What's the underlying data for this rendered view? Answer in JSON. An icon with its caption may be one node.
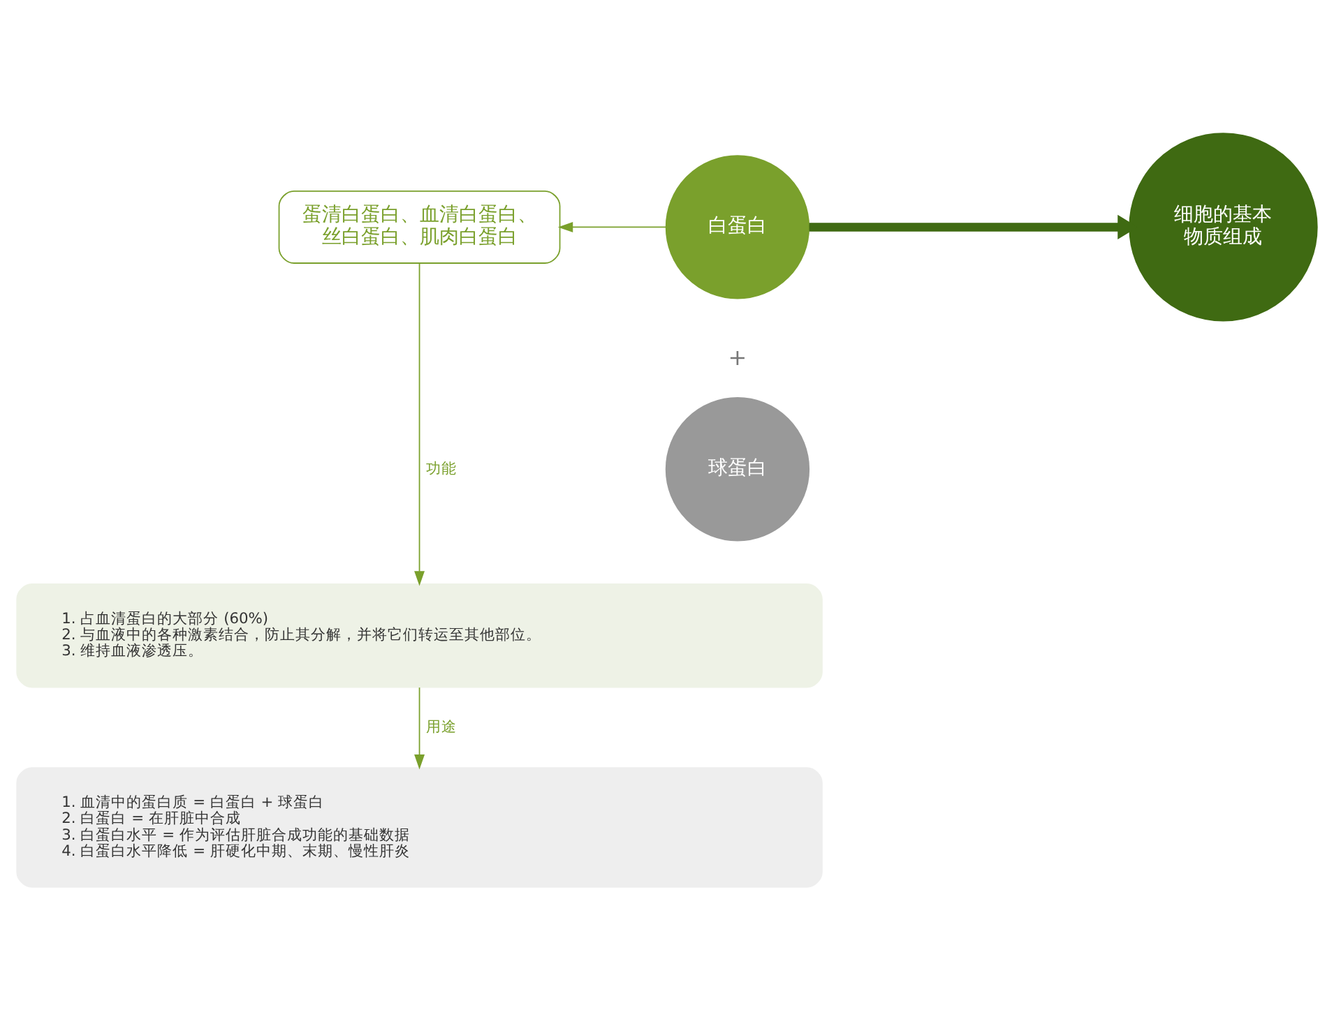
{
  "diagram": {
    "nodes": [
      {
        "text": [
          "蛋清白蛋白、血清白蛋白、丝白蛋白、肌肉白蛋白"
        ]
      },
      {
        "text": [
          "白蛋白"
        ]
      },
      {
        "text": [
          "球蛋白"
        ]
      },
      {
        "text": [
          "细胞的基本物质组成"
        ]
      },
      {
        "text": [
          "1. 占血清蛋白的大部分 (60%)",
          "2. 与血液中的各种激素结合，防止其分解，并将它们转运至其他部位。",
          "3. 维持血液渗透压。"
        ]
      },
      {
        "text": [
          "1. 血清中的蛋白质 = 白蛋白 + 球蛋白",
          "2. 白蛋白 = 在肝脏中合成",
          "3. 白蛋白水平 = 作为评估肝脏合成功能的基础数据",
          "4. 白蛋白水平降低 = 肝硬化中期、末期、慢性肝炎"
        ]
      }
    ],
    "edges": [
      {
        "from": 1,
        "to": 0,
        "arrow": "to"
      },
      {
        "from": 1,
        "to": 3,
        "arrow": "to",
        "style": "thick",
        "color": "#3f6a12"
      },
      {
        "from": 0,
        "to": 4,
        "arrow": "to",
        "label": "功能"
      },
      {
        "from": 4,
        "to": 5,
        "arrow": "to",
        "label": "用途"
      }
    ],
    "labels": [
      "+"
    ]
  }
}
